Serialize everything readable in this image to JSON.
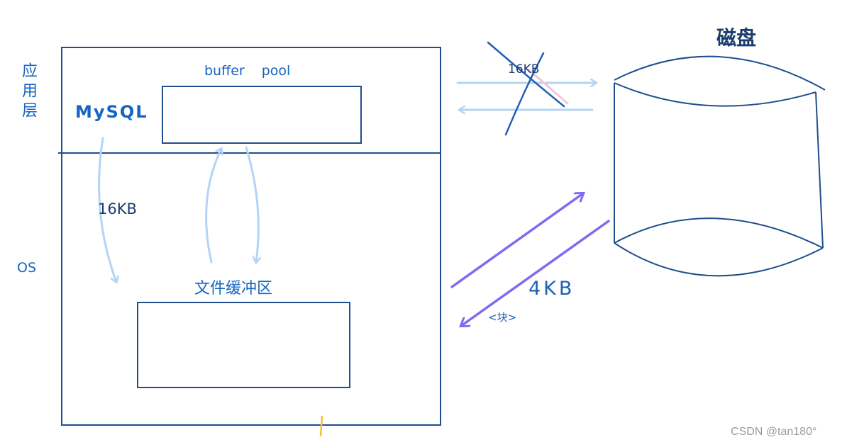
{
  "labels": {
    "app_layer": "应用层",
    "mysql": "MySQL",
    "buffer_pool": "buffer pool",
    "read_size_app": "16KB",
    "os": "OS",
    "file_buffer": "文件缓冲区",
    "crossed_size": "16KB",
    "disk": "磁盘",
    "block_size": "4KB",
    "block_note": "<块>"
  },
  "watermark": "CSDN @tan180°",
  "colors": {
    "navy": "#1f4e8c",
    "text_blue": "#1565c0",
    "light_arrow": "#b3d4f5",
    "purple_arrow": "#7b6cf0",
    "cross_pink": "#f6c6d4",
    "yellow_mark": "#f2c230"
  }
}
